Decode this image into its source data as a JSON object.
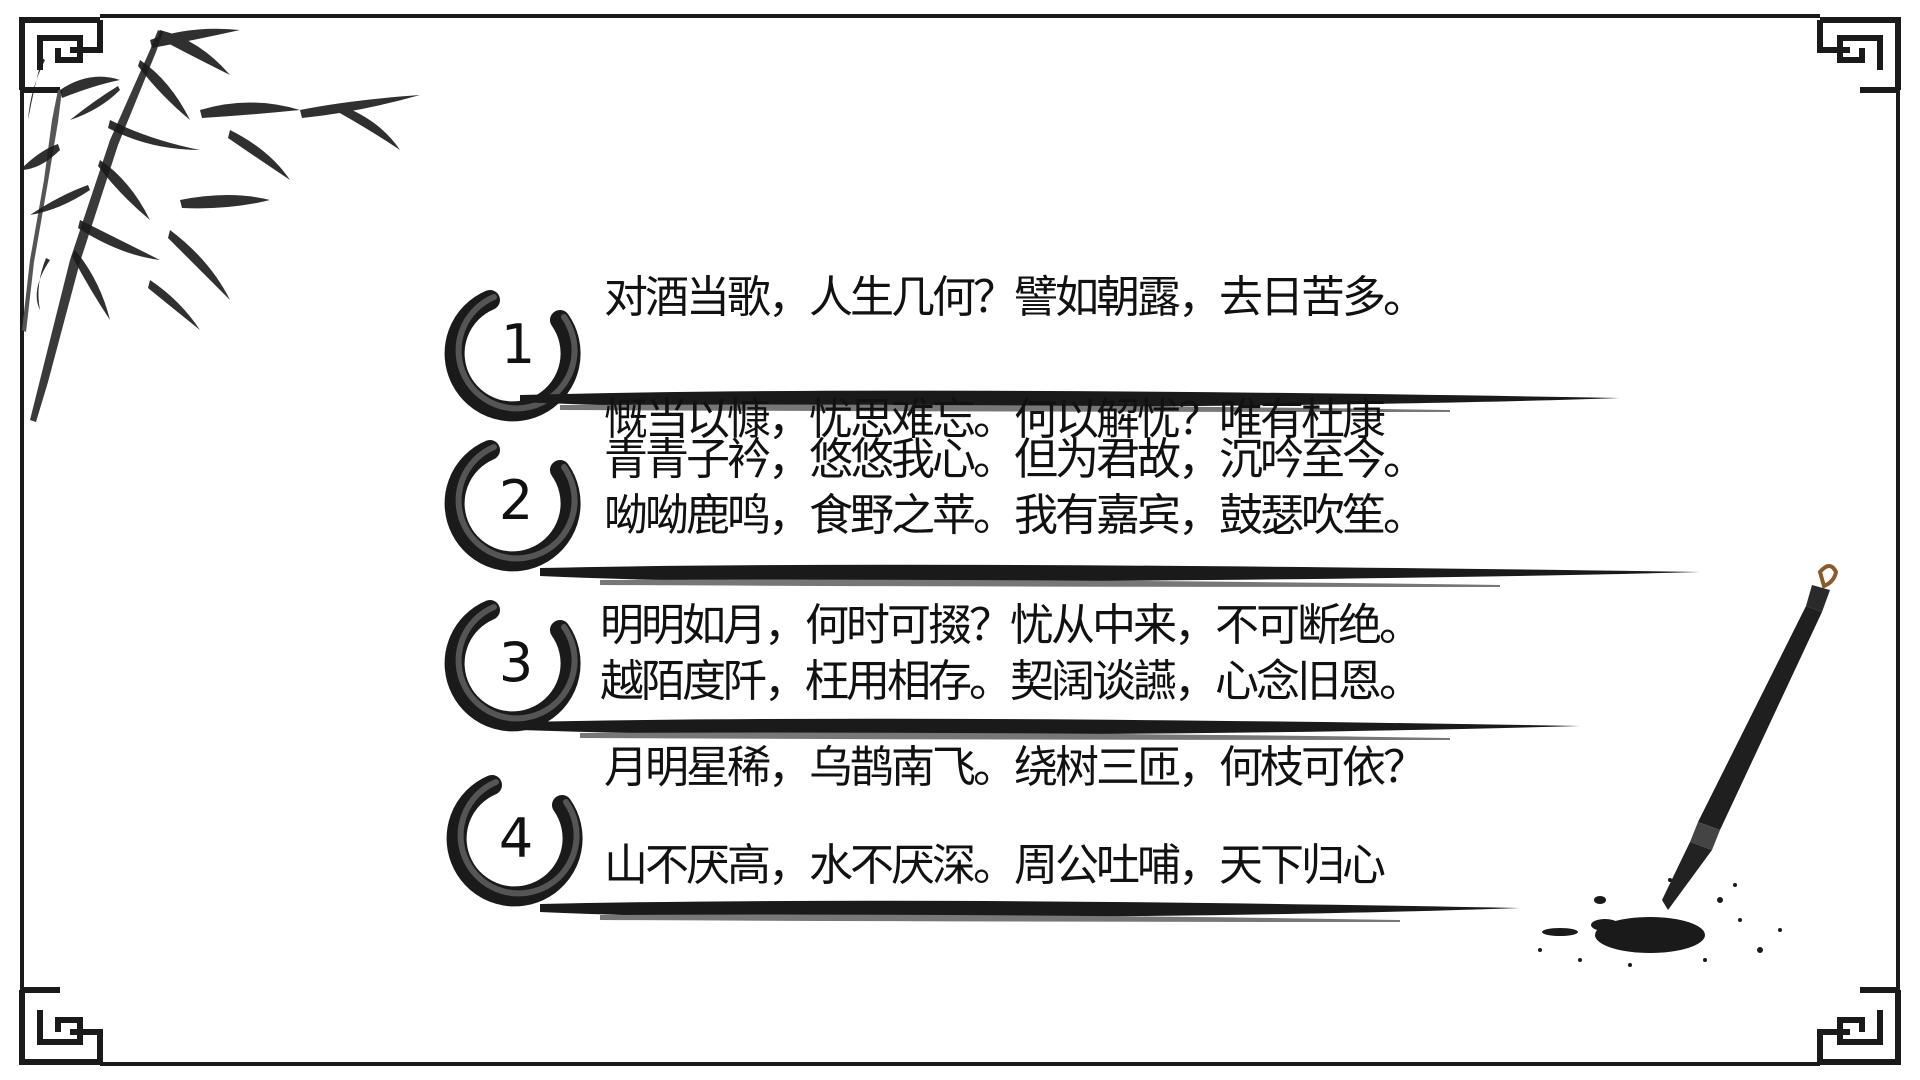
{
  "items": [
    {
      "number": "1",
      "lines": [
        "对酒当歌，人生几何？譬如朝露，去日苦多。",
        "慨当以慷，忧思难忘。何以解忧？唯有杜康"
      ]
    },
    {
      "number": "2",
      "lines": [
        "青青子衿，悠悠我心。但为君故，沉吟至今。",
        "呦呦鹿鸣，食野之苹。我有嘉宾，鼓瑟吹笙。"
      ]
    },
    {
      "number": "3",
      "lines": [
        "明明如月，何时可掇？忧从中来，不可断绝。",
        "越陌度阡，枉用相存。契阔谈讌，心念旧恩。"
      ]
    },
    {
      "number": "4",
      "lines": [
        "月明星稀，乌鹊南飞。绕树三匝，何枝可依？",
        "山不厌高，水不厌深。周公吐哺，天下归心"
      ]
    }
  ],
  "decorations": [
    "bamboo-icon",
    "ink-circle-icon",
    "ink-brush-stroke-icon",
    "calligraphy-brush-icon",
    "ink-splash-icon",
    "fret-corner-icon"
  ],
  "colors": {
    "ink": "#111111",
    "frame": "#1a1a1a",
    "background": "#ffffff"
  }
}
